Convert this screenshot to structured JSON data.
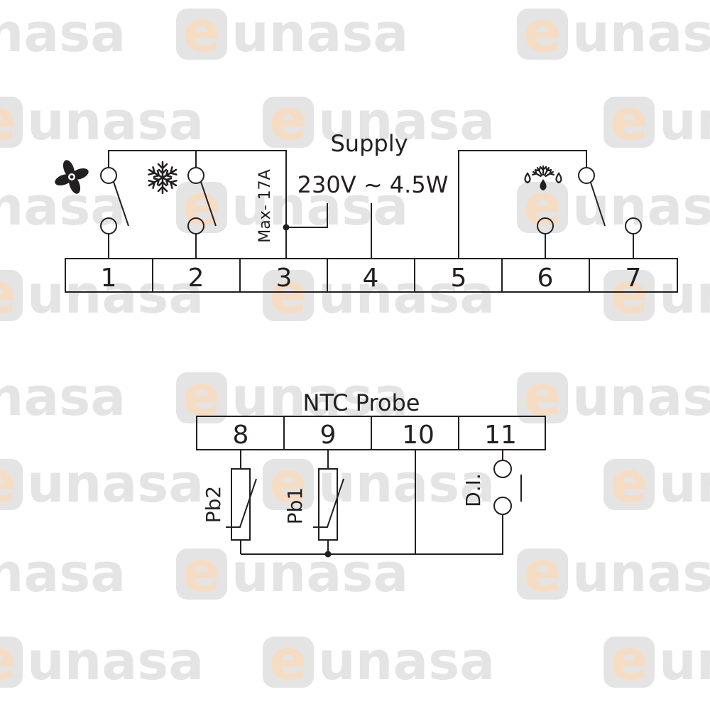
{
  "watermark": {
    "brand": "eunasa",
    "prefix": "e",
    "suffix": "unasa",
    "gray": "#e4e4e4",
    "orange": "#f6dcc2"
  },
  "diagram": {
    "stroke": "#231f20",
    "supply_title": "Supply",
    "supply_rating": "230V ~ 4.5W",
    "max_current": "Max- 17A",
    "top_terminals": [
      "1",
      "2",
      "3",
      "4",
      "5",
      "6",
      "7"
    ],
    "probe_title": "NTC Probe",
    "bottom_terminals": [
      "8",
      "9",
      "10",
      "11"
    ],
    "probe_labels": [
      "Pb2",
      "Pb1"
    ],
    "digital_input_label": "D.I.",
    "icons": [
      "fan-icon",
      "snowflake-icon",
      "defrost-icon",
      "thermistor-icon",
      "relay-contact-icon"
    ]
  }
}
